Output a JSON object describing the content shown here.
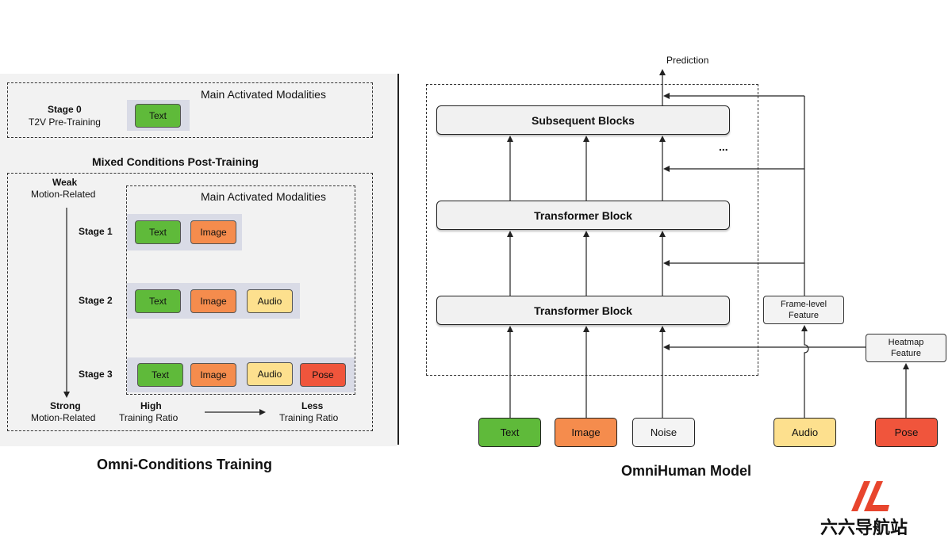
{
  "colors": {
    "text": "#5fba3a",
    "image": "#f58c4d",
    "audio": "#fde08e",
    "pose": "#f0553c",
    "noise": "#f4f4f4"
  },
  "left": {
    "stage0": {
      "name": "Stage 0",
      "desc": "T2V Pre-Training",
      "modalities_title": "Main Activated Modalities",
      "tags": [
        "Text"
      ]
    },
    "section_title": "Mixed Conditions Post-Training",
    "weak": {
      "title": "Weak",
      "sub": "Motion-Related"
    },
    "strong": {
      "title": "Strong",
      "sub": "Motion-Related"
    },
    "modalities_title": "Main Activated Modalities",
    "stages": [
      {
        "name": "Stage 1",
        "tags": [
          "Text",
          "Image"
        ]
      },
      {
        "name": "Stage 2",
        "tags": [
          "Text",
          "Image",
          "Audio"
        ]
      },
      {
        "name": "Stage 3",
        "tags": [
          "Text",
          "Image",
          "Audio",
          "Pose"
        ]
      }
    ],
    "ratio_high": {
      "title": "High",
      "sub": "Training Ratio"
    },
    "ratio_less": {
      "title": "Less",
      "sub": "Training Ratio"
    },
    "caption": "Omni-Conditions Training"
  },
  "right": {
    "prediction": "Prediction",
    "blocks": [
      "Subsequent Blocks",
      "Transformer Block",
      "Transformer Block"
    ],
    "ellipsis": "...",
    "features": [
      "Frame-level Feature",
      "Heatmap Feature"
    ],
    "inputs": [
      "Text",
      "Image",
      "Noise",
      "Audio",
      "Pose"
    ],
    "caption": "OmniHuman Model"
  },
  "watermark": {
    "text": "六六导航站"
  }
}
